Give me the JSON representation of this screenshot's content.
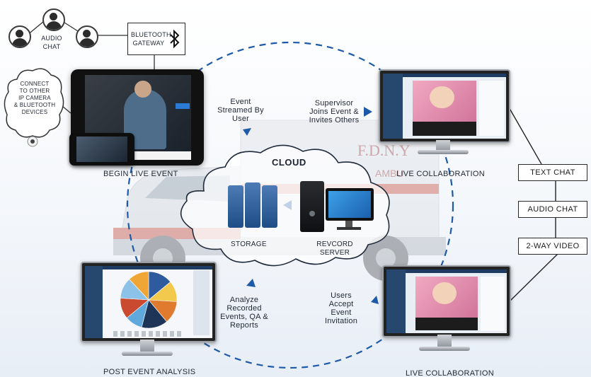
{
  "people": {
    "audio_chat": "AUDIO\nCHAT"
  },
  "gateway": {
    "label": "BLUETOOTH\nGATEWAY"
  },
  "cloud_bubble": {
    "label": "CONNECT\nTO OTHER\nIP CAMERA\n& BLUETOOTH\nDEVICES"
  },
  "steps": {
    "streamed": "Event\nStreamed By\nUser",
    "supervisor": "Supervisor\nJoins Event &\nInvites Others",
    "analyze": "Analyze\nRecorded\nEvents, QA &\nReports",
    "users_accept": "Users\nAccept\nEvent\nInvitation"
  },
  "captions": {
    "begin": "BEGIN LIVE EVENT",
    "live_top": "LIVE COLLABORATION",
    "live_bottom": "LIVE COLLABORATION",
    "post": "POST EVENT ANALYSIS"
  },
  "cloud": {
    "title": "CLOUD",
    "storage": "STORAGE",
    "server": "REVCORD\nSERVER"
  },
  "features": [
    "TEXT CHAT",
    "AUDIO CHAT",
    "2-WAY VIDEO"
  ],
  "ambulance": {
    "text": "F.D.N.Y",
    "sub": "AMBU"
  },
  "icons": {
    "bluetooth": "bluetooth-icon",
    "arrow": "blue-triangle-arrow"
  },
  "colors": {
    "dashed_ring": "#1e5aa8",
    "arrow": "#1e5aa8",
    "server_blue": "#2f63a5"
  },
  "pie_chart": {
    "slices": [
      {
        "color": "#2e5a9e",
        "value": 14
      },
      {
        "color": "#f2c94c",
        "value": 12
      },
      {
        "color": "#e07a2e",
        "value": 13
      },
      {
        "color": "#1f3557",
        "value": 15
      },
      {
        "color": "#5fa9dd",
        "value": 10
      },
      {
        "color": "#c94a2e",
        "value": 12
      },
      {
        "color": "#8cc2e8",
        "value": 12
      },
      {
        "color": "#f0a537",
        "value": 12
      }
    ]
  }
}
